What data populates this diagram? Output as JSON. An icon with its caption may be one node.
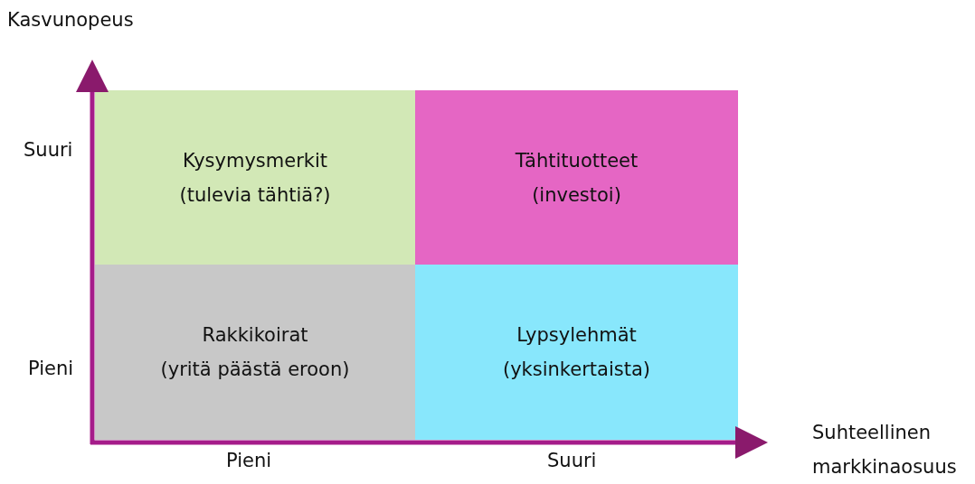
{
  "diagram": {
    "nodes": [
      {
        "text": [
          "Kysymysmerkit",
          "(tulevia tähtiä?)"
        ]
      },
      {
        "text": [
          "Tähtituotteet",
          "(investoi)"
        ]
      },
      {
        "text": [
          "Rakkikoirat",
          "(yritä päästä eroon)"
        ]
      },
      {
        "text": [
          "Lypsylehmät",
          "(yksinkertaista)"
        ]
      }
    ],
    "edges": [],
    "labels": [
      "Kasvunopeus",
      "Suuri",
      "Pieni",
      "Pieni",
      "Suuri",
      "Suhteellinen markkinaosuus"
    ]
  }
}
